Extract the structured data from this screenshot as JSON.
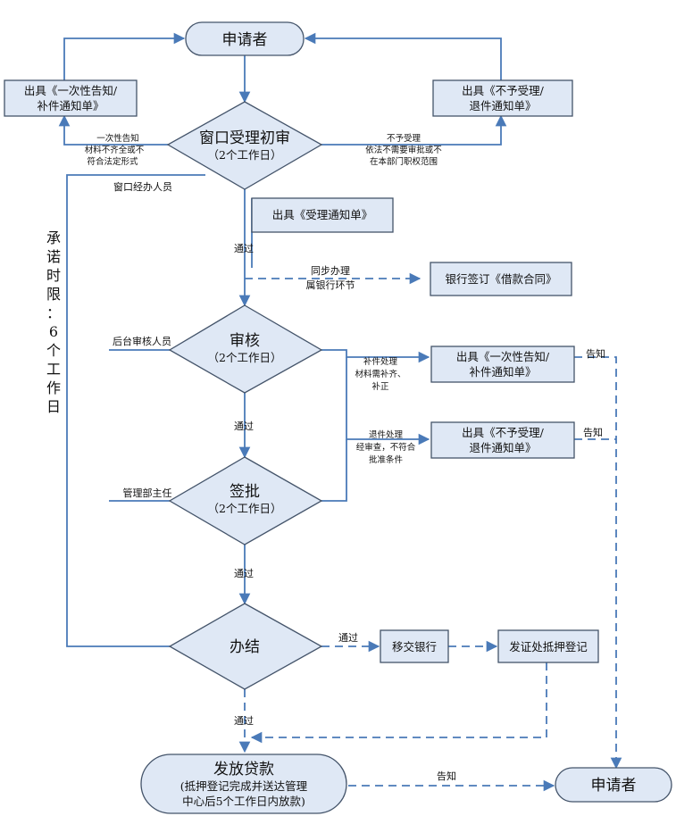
{
  "nodes": {
    "applicant_top": "申请者",
    "notice_left_l1": "出具《一次性告知/",
    "notice_left_l2": "补件通知单》",
    "notice_right_l1": "出具《不予受理/",
    "notice_right_l2": "退件通知单》",
    "window_review_l1": "窗口受理初审",
    "window_review_l2": "（2个工作日）",
    "accept_notice": "出具《受理通知单》",
    "bank_contract": "银行签订《借款合同》",
    "audit_l1": "审核",
    "audit_l2": "（2个工作日）",
    "supp_notice_l1": "出具《一次性告知/",
    "supp_notice_l2": "补件通知单》",
    "reject_notice_l1": "出具《不予受理/",
    "reject_notice_l2": "退件通知单》",
    "approve_l1": "签批",
    "approve_l2": "（2个工作日）",
    "finish": "办结",
    "transfer_bank": "移交银行",
    "mortgage_reg": "发证处抵押登记",
    "release_l1": "发放贷款",
    "release_l2": "(抵押登记完成并送达管理",
    "release_l3": "中心后5个工作日内放款)",
    "applicant_bottom": "申请者"
  },
  "labels": {
    "left_cond_l1": "一次性告知",
    "left_cond_l2": "材料不齐全或不",
    "left_cond_l3": "符合法定形式",
    "right_cond_l1": "不予受理",
    "right_cond_l2": "依法不需要审批或不",
    "right_cond_l3": "在本部门职权范围",
    "window_staff": "窗口经办人员",
    "pass1": "通过",
    "sync_l1": "同步办理",
    "sync_l2": "属银行环节",
    "back_staff": "后台审核人员",
    "supp_cond_l1": "补件处理",
    "supp_cond_l2": "材料需补齐、",
    "supp_cond_l3": "补正",
    "reject_cond_l1": "退件处理",
    "reject_cond_l2": "经审查，不符合",
    "reject_cond_l3": "批准条件",
    "notify1": "告知",
    "notify2": "告知",
    "pass2": "通过",
    "manager": "管理部主任",
    "pass3": "通过",
    "pass4": "通过",
    "pass5": "通过",
    "notify3": "告知",
    "time_limit": [
      "承",
      "诺",
      "时",
      "限",
      "：",
      "6",
      "个",
      "工",
      "作",
      "日"
    ]
  },
  "colors": {
    "shape_fill": "#dfe8f5",
    "shape_stroke": "#44546a",
    "connector": "#4a7ab8"
  }
}
